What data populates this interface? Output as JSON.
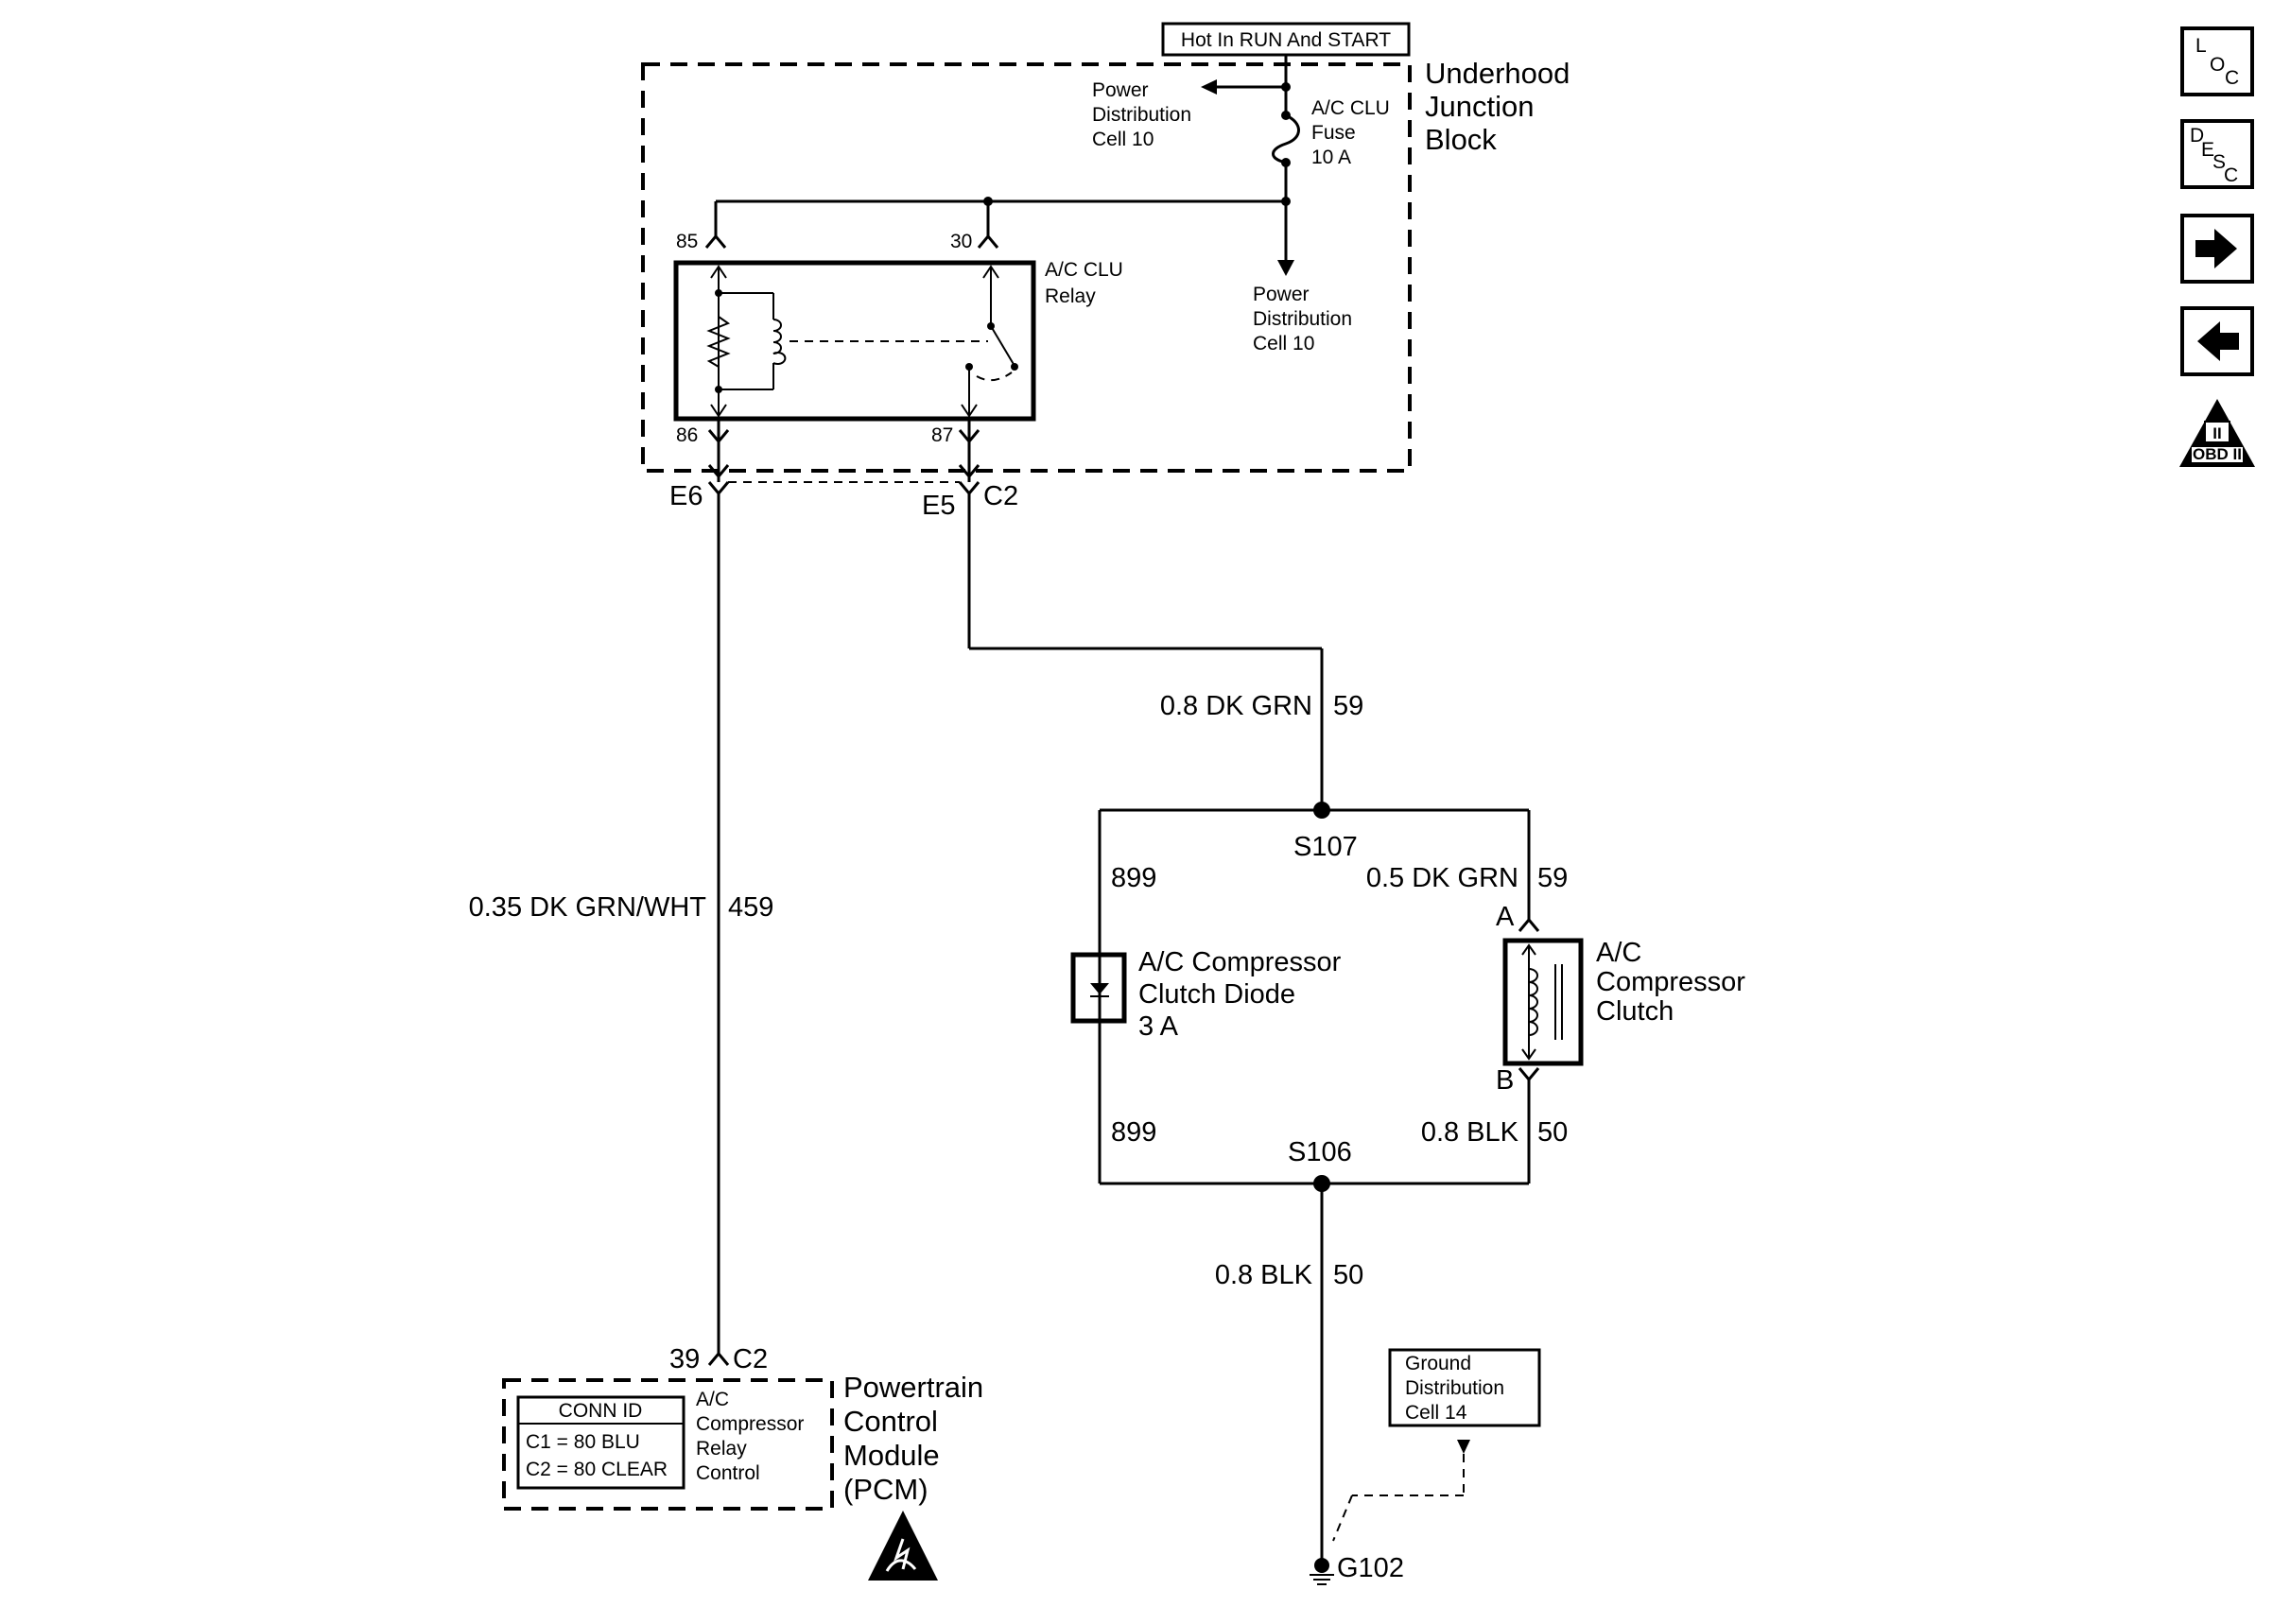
{
  "hot_label": "Hot In RUN And START",
  "junction_block": {
    "line1": "Underhood",
    "line2": "Junction",
    "line3": "Block"
  },
  "power_dist_top": {
    "line1": "Power",
    "line2": "Distribution",
    "line3": "Cell 10"
  },
  "fuse": {
    "line1": "A/C CLU",
    "line2": "Fuse",
    "line3": "10 A"
  },
  "power_dist_mid": {
    "line1": "Power",
    "line2": "Distribution",
    "line3": "Cell 10"
  },
  "relay": {
    "line1": "A/C CLU",
    "line2": "Relay",
    "pin85": "85",
    "pin30": "30",
    "pin86": "86",
    "pin87": "87"
  },
  "connectors": {
    "e6": "E6",
    "e5": "E5",
    "c2_top": "C2",
    "pin39": "39",
    "c2_bottom": "C2"
  },
  "wires": {
    "w459_label": "0.35 DK GRN/WHT",
    "w459_circuit": "459",
    "w59_label": "0.8 DK GRN",
    "w59_circuit": "59",
    "w59b_label": "0.5 DK GRN",
    "w59b_circuit": "59",
    "w899_top": "899",
    "w899_bottom": "899",
    "w50_label": "0.8 BLK",
    "w50_circuit": "50",
    "w50b_label": "0.8 BLK",
    "w50b_circuit": "50"
  },
  "splices": {
    "s107": "S107",
    "s106": "S106"
  },
  "diode": {
    "line1": "A/C Compressor",
    "line2": "Clutch Diode",
    "line3": "3 A"
  },
  "clutch": {
    "line1": "A/C",
    "line2": "Compressor",
    "line3": "Clutch",
    "pin_a": "A",
    "pin_b": "B"
  },
  "ground_dist": {
    "line1": "Ground",
    "line2": "Distribution",
    "line3": "Cell 14"
  },
  "ground": "G102",
  "pcm": {
    "line1": "Powertrain",
    "line2": "Control",
    "line3": "Module",
    "line4": "(PCM)",
    "conn_header": "CONN ID",
    "conn_c1": "C1 = 80 BLU",
    "conn_c2": "C2 = 80 CLEAR",
    "func1": "A/C",
    "func2": "Compressor",
    "func3": "Relay",
    "func4": "Control"
  },
  "nav": {
    "loc_main": "L",
    "loc_sub": "O",
    "loc_sub2": "C",
    "desc_main": "D",
    "desc_sub": "E",
    "desc_sub2": "S",
    "desc_sub3": "C",
    "obd": "OBD II",
    "obd_top": "II"
  },
  "icons": [
    "location-icon",
    "description-icon",
    "arrow-right-icon",
    "arrow-left-icon",
    "obd-ii-icon",
    "esd-warning-icon",
    "ground-icon",
    "fuse-icon",
    "diode-icon",
    "coil-icon",
    "resistor-icon"
  ]
}
